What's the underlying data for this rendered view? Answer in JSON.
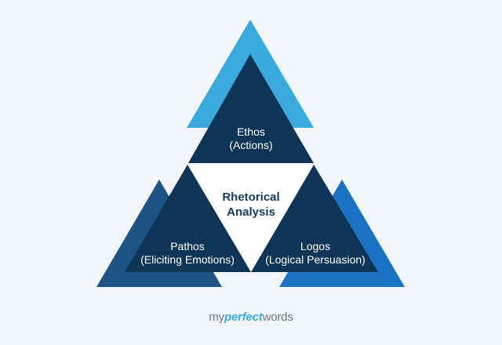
{
  "diagram": {
    "center": [
      "Rhetorical",
      "Analysis"
    ],
    "nodes": [
      {
        "id": "ethos",
        "title": "Ethos",
        "subtitle": "(Actions)"
      },
      {
        "id": "pathos",
        "title": "Pathos",
        "subtitle": "(Eliciting Emotions)"
      },
      {
        "id": "logos",
        "title": "Logos",
        "subtitle": "(Logical Persuasion)"
      }
    ]
  },
  "logo": {
    "part1": "my",
    "part2": "perfect",
    "part3": "words"
  },
  "colors": {
    "background": "#f2f6fa",
    "dark_navy": "#0f3556",
    "ethos_back": "#39a9de",
    "pathos_back": "#1d5385",
    "logos_back": "#1a72c5",
    "center_text": "#163a5e",
    "logo_accent": "#3aaee0"
  }
}
